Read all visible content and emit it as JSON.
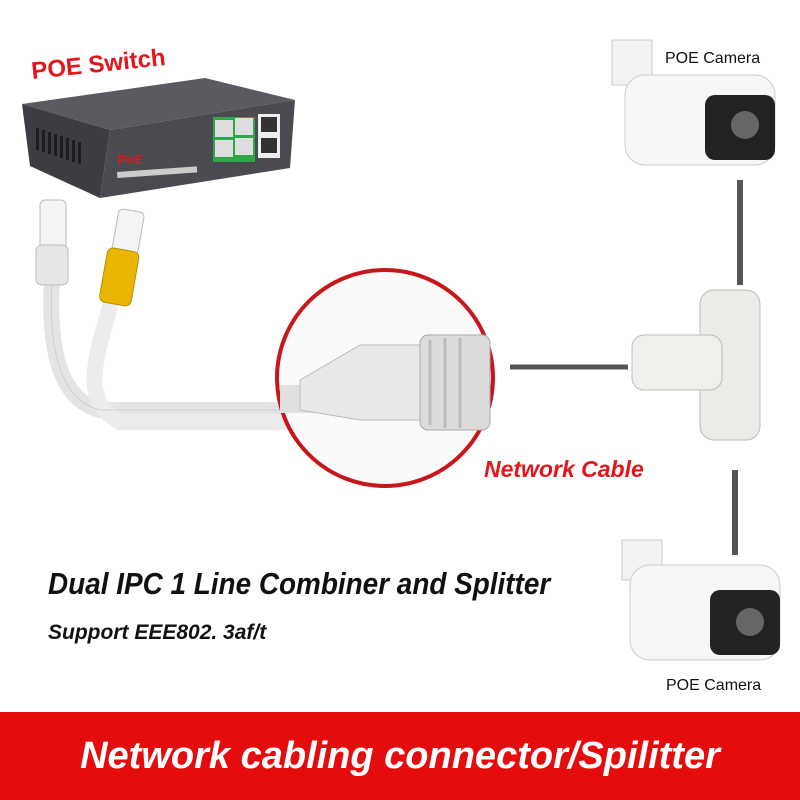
{
  "labels": {
    "poe_switch": "POE Switch",
    "network_cable": "Network Cable",
    "camera_top": "POE Camera",
    "camera_bottom": "POE Camera"
  },
  "headline": {
    "title": "Dual IPC 1 Line Combiner and Splitter",
    "subtitle": "Support EEE802. 3af/t"
  },
  "banner": {
    "text": "Network cabling connector/Spilitter"
  },
  "colors": {
    "accent_red": "#e50c0e",
    "cable_yellow": "#e8b500",
    "switch_gray": "#4a4a4f"
  }
}
